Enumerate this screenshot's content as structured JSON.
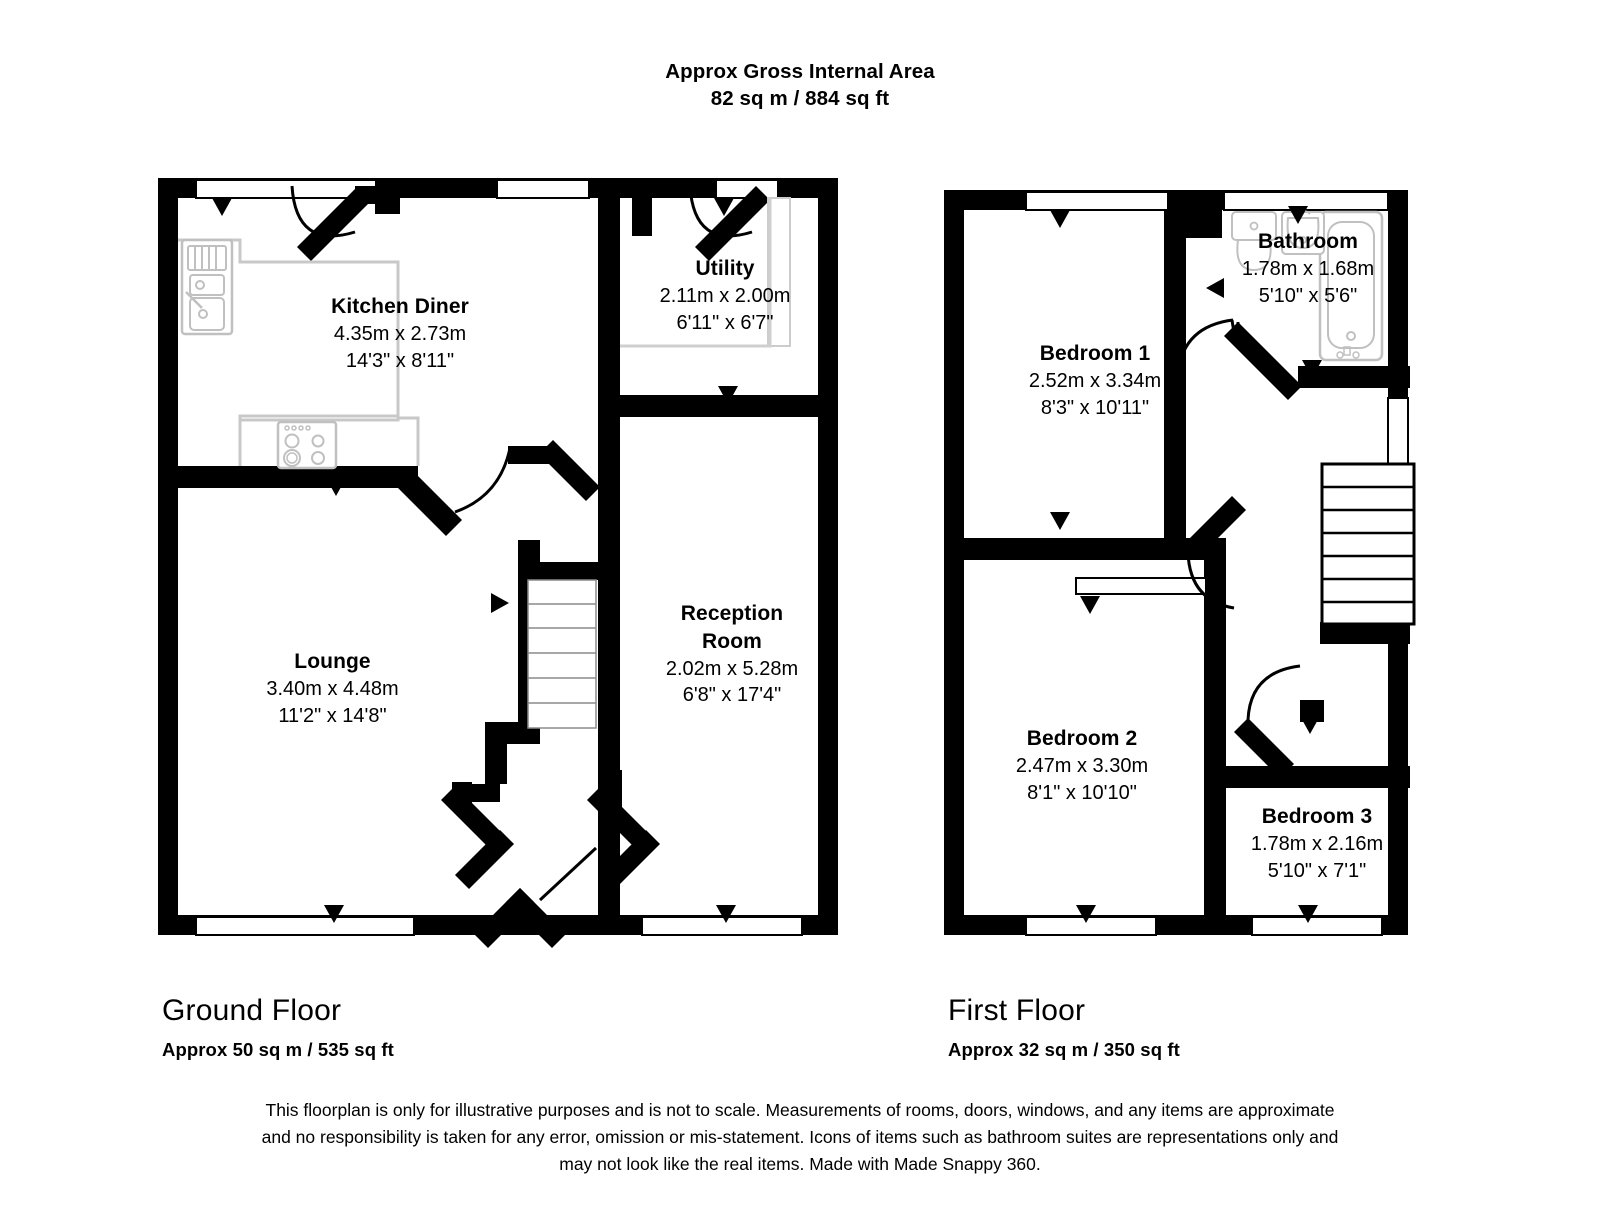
{
  "header": {
    "line1": "Approx Gross Internal Area",
    "line2": "82 sq m / 884 sq ft"
  },
  "ground_floor": {
    "title": "Ground Floor",
    "area": "Approx 50 sq m / 535 sq ft",
    "rooms": [
      {
        "name": "Kitchen Diner",
        "dim_metric": "4.35m x 2.73m",
        "dim_imperial": "14'3\" x 8'11\"",
        "fixtures": [
          "sink-icon",
          "hob-icon"
        ]
      },
      {
        "name": "Utility",
        "dim_metric": "2.11m x 2.00m",
        "dim_imperial": "6'11\" x 6'7\"",
        "fixtures": []
      },
      {
        "name": "Lounge",
        "dim_metric": "3.40m x 4.48m",
        "dim_imperial": "11'2\" x 14'8\"",
        "fixtures": []
      },
      {
        "name": "Reception Room",
        "name_line1": "Reception",
        "name_line2": "Room",
        "dim_metric": "2.02m x 5.28m",
        "dim_imperial": "6'8\" x 17'4\"",
        "fixtures": [
          "staircase-icon"
        ]
      }
    ]
  },
  "first_floor": {
    "title": "First Floor",
    "area": "Approx 32 sq m / 350 sq ft",
    "rooms": [
      {
        "name": "Bedroom 1",
        "dim_metric": "2.52m x 3.34m",
        "dim_imperial": "8'3\" x 10'11\"",
        "fixtures": []
      },
      {
        "name": "Bathroom",
        "dim_metric": "1.78m x 1.68m",
        "dim_imperial": "5'10\" x 5'6\"",
        "fixtures": [
          "toilet-icon",
          "basin-icon",
          "bathtub-icon"
        ]
      },
      {
        "name": "Bedroom 2",
        "dim_metric": "2.47m x 3.30m",
        "dim_imperial": "8'1\" x 10'10\"",
        "fixtures": []
      },
      {
        "name": "Bedroom 3",
        "dim_metric": "1.78m x 2.16m",
        "dim_imperial": "5'10\" x 7'1\"",
        "fixtures": [
          "staircase-icon"
        ]
      }
    ]
  },
  "disclaimer": {
    "line1": "This floorplan is only for illustrative purposes and is not to scale. Measurements of rooms, doors, windows, and any items are approximate",
    "line2": "and no responsibility is taken for any error, omission or mis-statement. Icons of items such as bathroom suites are representations only and",
    "line3": "may not look like the real items. Made with Made Snappy 360."
  },
  "colors": {
    "wall": "#000000",
    "background": "#ffffff",
    "fixture_outline": "#b8b8b8",
    "text": "#000000"
  }
}
